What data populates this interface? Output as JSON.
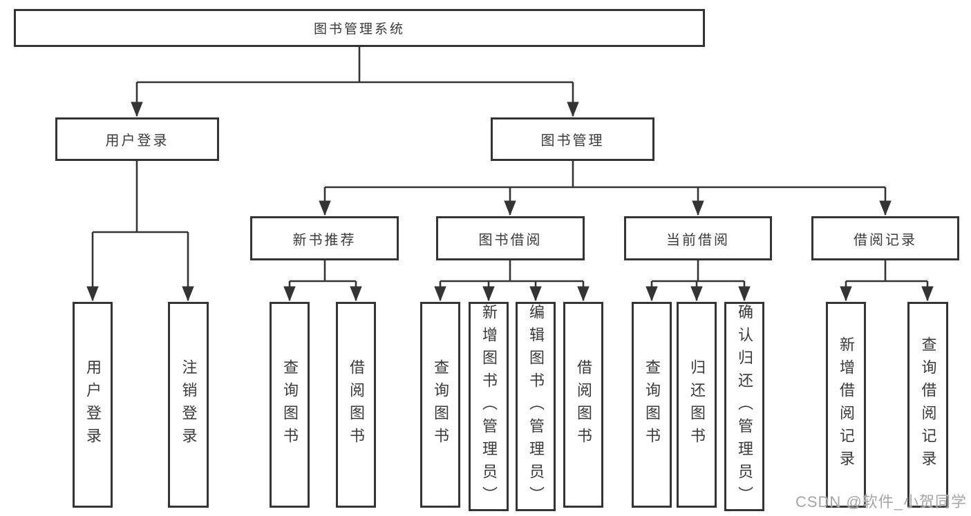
{
  "diagram": {
    "root": {
      "label": "图书管理系统"
    },
    "branches": [
      {
        "label": "用户登录",
        "children": [
          {
            "label": "用户登录"
          },
          {
            "label": "注销登录"
          }
        ]
      },
      {
        "label": "图书管理",
        "children": [
          {
            "label": "新书推荐",
            "children": [
              {
                "label": "查询图书"
              },
              {
                "label": "借阅图书"
              }
            ]
          },
          {
            "label": "图书借阅",
            "children": [
              {
                "label": "查询图书"
              },
              {
                "label": "新增图书（管理员）"
              },
              {
                "label": "编辑图书（管理员）"
              },
              {
                "label": "借阅图书"
              }
            ]
          },
          {
            "label": "当前借阅",
            "children": [
              {
                "label": "查询图书"
              },
              {
                "label": "归还图书"
              },
              {
                "label": "确认归还（管理员）"
              }
            ]
          },
          {
            "label": "借阅记录",
            "children": [
              {
                "label": "新增借阅记录"
              },
              {
                "label": "查询借阅记录"
              }
            ]
          }
        ]
      }
    ]
  },
  "watermark": {
    "text": "CSDN @软件_小贺同学"
  },
  "colors": {
    "line": "#343434",
    "box_border": "#343434",
    "text": "#3a3a3a",
    "background": "#ffffff",
    "watermark": "#a6a6a6"
  }
}
